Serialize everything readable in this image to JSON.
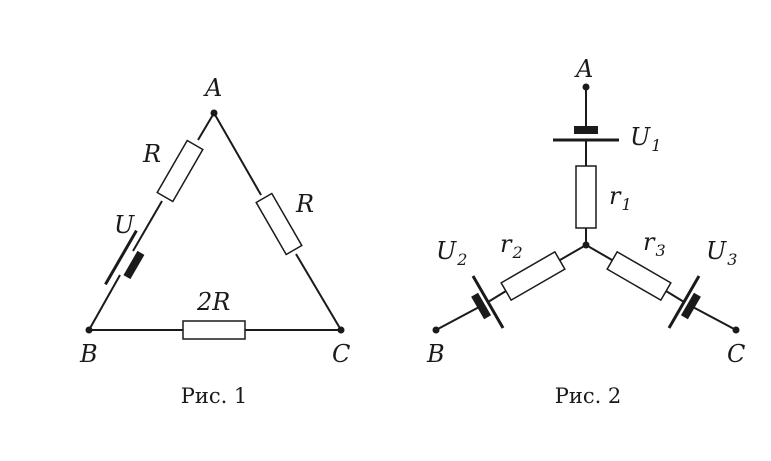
{
  "figure1": {
    "caption": "Рис. 1",
    "nodes": {
      "A": "A",
      "B": "B",
      "C": "C"
    },
    "labels": {
      "resistor_ab": "R",
      "resistor_ac": "R",
      "resistor_bc": "2R",
      "battery": "U"
    }
  },
  "figure2": {
    "caption": "Рис. 2",
    "nodes": {
      "A": "A",
      "B": "B",
      "C": "C"
    },
    "labels": {
      "r1": "r",
      "r1_sub": "1",
      "r2": "r",
      "r2_sub": "2",
      "r3": "r",
      "r3_sub": "3",
      "U1": "U",
      "U1_sub": "1",
      "U2": "U",
      "U2_sub": "2",
      "U3": "U",
      "U3_sub": "3"
    }
  }
}
